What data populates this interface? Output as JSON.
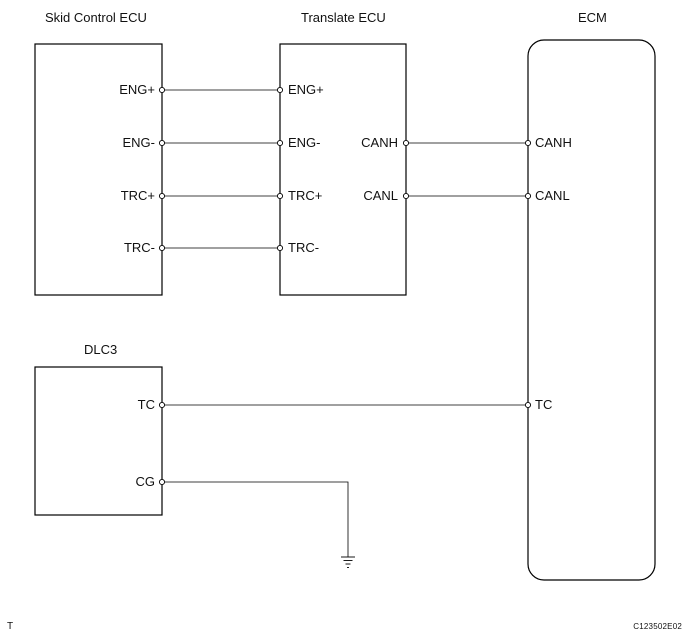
{
  "components": {
    "skid_control_ecu": {
      "title": "Skid Control ECU",
      "pins": [
        "ENG+",
        "ENG-",
        "TRC+",
        "TRC-"
      ]
    },
    "translate_ecu": {
      "title": "Translate ECU",
      "left_pins": [
        "ENG+",
        "ENG-",
        "TRC+",
        "TRC-"
      ],
      "right_pins": [
        "CANH",
        "CANL"
      ]
    },
    "ecm": {
      "title": "ECM",
      "pins": [
        "CANH",
        "CANL",
        "TC"
      ]
    },
    "dlc3": {
      "title": "DLC3",
      "pins": [
        "TC",
        "CG"
      ]
    }
  },
  "connections": [
    {
      "from": "Skid Control ECU ENG+",
      "to": "Translate ECU ENG+"
    },
    {
      "from": "Skid Control ECU ENG-",
      "to": "Translate ECU ENG-"
    },
    {
      "from": "Skid Control ECU TRC+",
      "to": "Translate ECU TRC+"
    },
    {
      "from": "Skid Control ECU TRC-",
      "to": "Translate ECU TRC-"
    },
    {
      "from": "Translate ECU CANH",
      "to": "ECM CANH"
    },
    {
      "from": "Translate ECU CANL",
      "to": "ECM CANL"
    },
    {
      "from": "DLC3 TC",
      "to": "ECM TC"
    },
    {
      "from": "DLC3 CG",
      "to": "ground"
    }
  ],
  "footer": {
    "corner_mark": "T",
    "figure_ref": "C123502E02"
  }
}
